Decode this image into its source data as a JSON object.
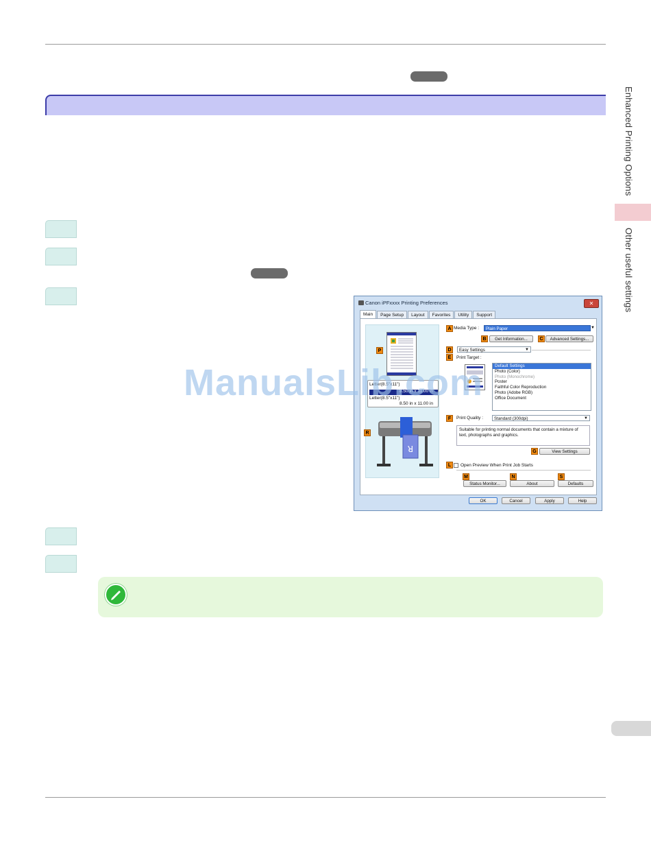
{
  "sidebar": {
    "tab_top": "Enhanced Printing Options",
    "tab_active": "Other useful settings"
  },
  "watermark": "ManualsLib.com",
  "dialog": {
    "title": "Canon iPFxxxx Printing Preferences",
    "close_glyph": "✕",
    "tabs": [
      "Main",
      "Page Setup",
      "Layout",
      "Favorites",
      "Utility",
      "Support"
    ],
    "preview": {
      "paper_line1": "Letter(8.5\"x11\")",
      "paper_dims1": "8.50 in x 11.00 in",
      "paper_line2": "Letter(8.5\"x11\")",
      "paper_dims2": "8.50 in x 11.00 in"
    },
    "letters": {
      "a": "A",
      "b": "B",
      "c": "C",
      "d": "D",
      "e": "E",
      "f": "F",
      "g": "G",
      "l": "L",
      "m": "M",
      "n": "N",
      "s": "S",
      "p": "P",
      "r": "R"
    },
    "media_type_label": "Media Type :",
    "media_type_value": "Plain Paper",
    "get_information": "Get Information...",
    "advanced_settings": "Advanced Settings...",
    "mode_value": "Easy Settings",
    "print_target_label": "Print Target :",
    "print_targets": [
      {
        "label": "Default Settings",
        "state": "selected"
      },
      {
        "label": "Photo (Color)",
        "state": "normal"
      },
      {
        "label": "Photo (Monochrome)",
        "state": "disabled"
      },
      {
        "label": "Poster",
        "state": "normal"
      },
      {
        "label": "Faithful Color Reproduction",
        "state": "normal"
      },
      {
        "label": "Photo (Adobe RGB)",
        "state": "normal"
      },
      {
        "label": "Office Document",
        "state": "normal"
      }
    ],
    "print_quality_label": "Print Quality :",
    "print_quality_value": "Standard (300dpi)",
    "description": "Suitable for printing normal documents that contain a mixture of text, photographs and graphics.",
    "view_settings": "View Settings",
    "open_preview": "Open Preview When Print Job Starts",
    "status_monitor": "Status Monitor...",
    "about": "About",
    "defaults": "Defaults",
    "ok": "OK",
    "cancel": "Cancel",
    "apply": "Apply",
    "help": "Help"
  }
}
